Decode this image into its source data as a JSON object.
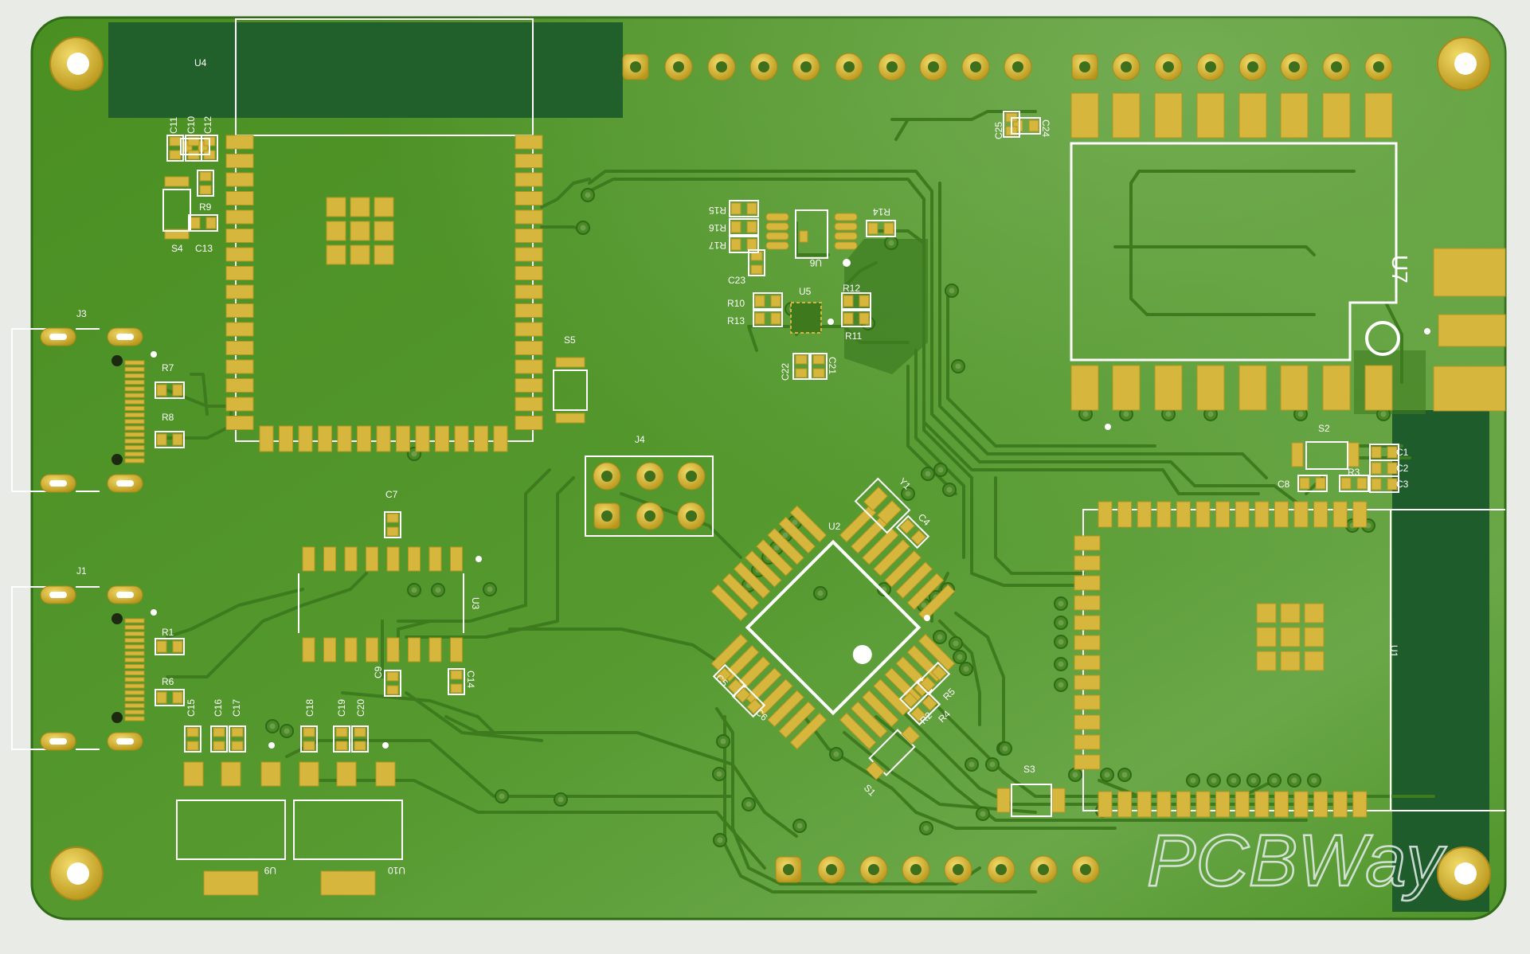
{
  "board": {
    "colors": {
      "substrate": "#4f9427",
      "substrate_light": "#6fa74a",
      "trace": "#3f7d1f",
      "fill_zone": "#21602b",
      "fill_zone_dark": "#1d5a2b",
      "pad_gold": "#d6b63c",
      "pad_edge": "#b3951f",
      "silk": "#ffffff",
      "hole": "#ffffff"
    },
    "watermark": "PCBWay"
  },
  "labels": {
    "u4": "U4",
    "u1": "U1",
    "u2": "U2",
    "u3": "U3",
    "u5": "U5",
    "u6": "U6",
    "u7": "U7",
    "u9": "U9",
    "u10": "U10",
    "j1": "J1",
    "j3": "J3",
    "j4": "J4",
    "s1": "S1",
    "s2": "S2",
    "s3": "S3",
    "s4": "S4",
    "s5": "S5",
    "y1": "Y1",
    "r1": "R1",
    "r2": "R2",
    "r3": "R3",
    "r4": "R4",
    "r5": "R5",
    "r6": "R6",
    "r7": "R7",
    "r8": "R8",
    "r9": "R9",
    "r10": "R10",
    "r11": "R11",
    "r12": "R12",
    "r13": "R13",
    "r14": "R14",
    "r15": "R15",
    "r16": "R16",
    "r17": "R17",
    "c1": "C1",
    "c2": "C2",
    "c3": "C3",
    "c4": "C4",
    "c5": "C5",
    "c6": "C6",
    "c7": "C7",
    "c8": "C8",
    "c9": "C9",
    "c10": "C10",
    "c11": "C11",
    "c12": "C12",
    "c13": "C13",
    "c14": "C14",
    "c15": "C15",
    "c16": "C16",
    "c17": "C17",
    "c18": "C18",
    "c19": "C19",
    "c20": "C20",
    "c21": "C21",
    "c22": "C22",
    "c23": "C23",
    "c24": "C24",
    "c25": "C25"
  }
}
